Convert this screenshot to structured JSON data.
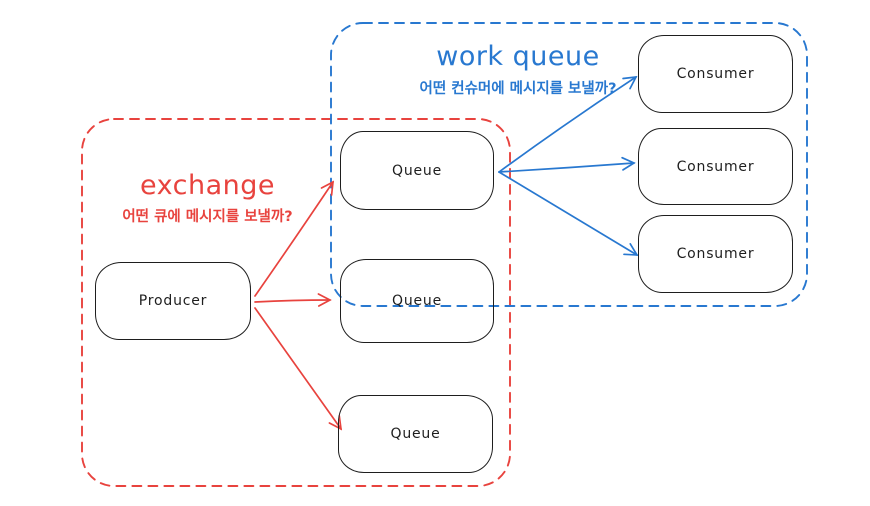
{
  "groups": {
    "exchange": {
      "title": "exchange",
      "subtitle": "어떤 큐에 메시지를 보낼까?",
      "color": "#e8433e"
    },
    "work_queue": {
      "title": "work queue",
      "subtitle": "어떤 컨슈머에 메시지를 보낼까?",
      "color": "#2878d0"
    }
  },
  "nodes": {
    "producer": {
      "label": "Producer"
    },
    "queue_top": {
      "label": "Queue"
    },
    "queue_middle": {
      "label": "Queue"
    },
    "queue_bottom": {
      "label": "Queue"
    },
    "consumer_top": {
      "label": "Consumer"
    },
    "consumer_middle": {
      "label": "Consumer"
    },
    "consumer_bottom": {
      "label": "Consumer"
    }
  },
  "node_stroke_color": "#1e1e1e"
}
